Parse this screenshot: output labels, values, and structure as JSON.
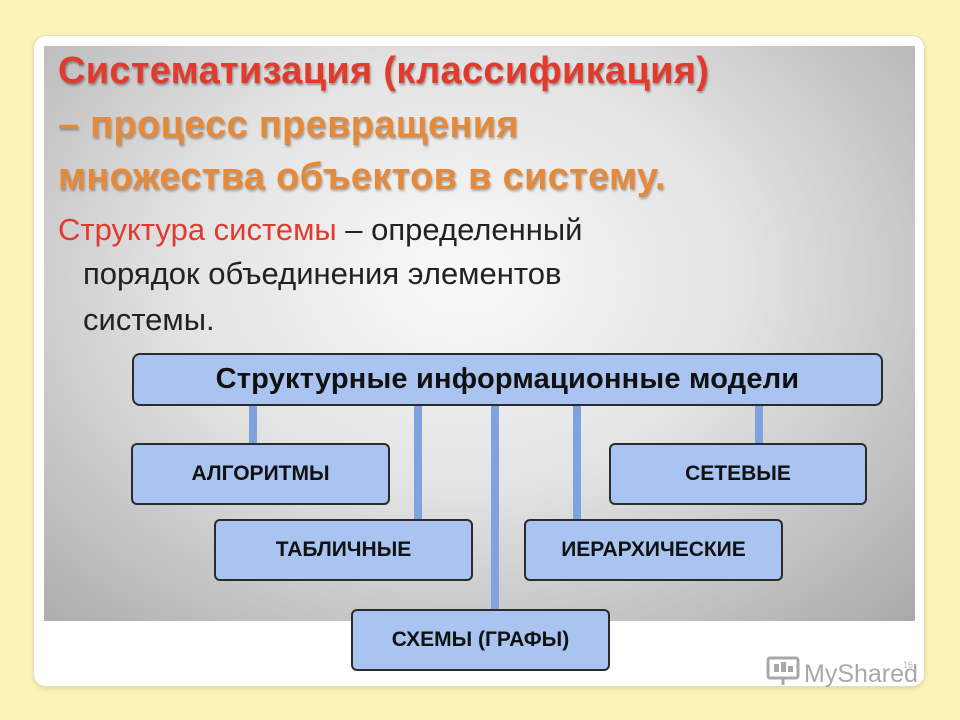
{
  "slide": {
    "title_line1": "Систематизация (классификация)",
    "title_line2": "– процесс превращения",
    "title_line3": "множества объектов в систему.",
    "body_highlight": "Структура системы",
    "body_rest1": " – определенный",
    "body_line2": "порядок объединения элементов",
    "body_line3": "системы.",
    "page_number": "16"
  },
  "diagram": {
    "root": "Структурные информационные модели",
    "nodes": {
      "algorithms": "АЛГОРИТМЫ",
      "network": "СЕТЕВЫЕ",
      "tabular": "ТАБЛИЧНЫЕ",
      "hierarchical": "ИЕРАРХИЧЕСКИЕ",
      "schemes": "СХЕМЫ (ГРАФЫ)"
    }
  },
  "watermark": {
    "text": "MyShared",
    "icon": "presentation-board-icon"
  },
  "colors": {
    "title_red": "#e23b2e",
    "title_orange": "#e58a3a",
    "node_fill": "#a9c4f0",
    "connector": "#7fa3de",
    "page_background": "#fbf3b8"
  }
}
